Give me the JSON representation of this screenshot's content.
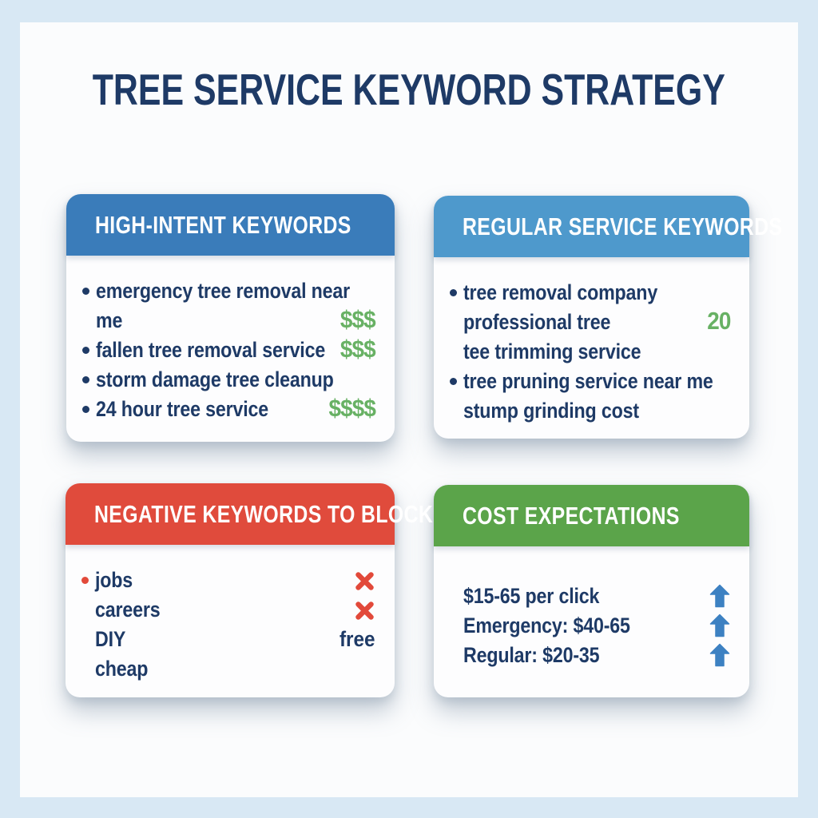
{
  "title": "TREE SERVICE KEYWORD STRATEGY",
  "colors": {
    "background": "#d8e8f4",
    "panel": "#fbfcfd",
    "navy_text": "#1e3a66",
    "green_badge": "#68b164",
    "blue_arrow": "#3d81c2",
    "red_x": "#e2493a"
  },
  "cards": [
    {
      "header": "HIGH-INTENT KEYWORDS",
      "header_color": "#3a7cba",
      "items": [
        {
          "bullet": "navy",
          "text": "emergency tree removal near\nme",
          "badge": {
            "type": "text",
            "style": "green",
            "text": "$$$"
          }
        },
        {
          "bullet": "navy",
          "text": "fallen tree removal service",
          "badge": {
            "type": "text",
            "style": "green",
            "text": "$$$"
          }
        },
        {
          "bullet": "navy",
          "text": "storm damage tree cleanup",
          "badge": null
        },
        {
          "bullet": "navy",
          "text": "24 hour tree service",
          "badge": {
            "type": "text",
            "style": "green",
            "text": "$$$$"
          }
        }
      ]
    },
    {
      "header": "REGULAR SERVICE KEYWORDS",
      "header_color": "#4e99cc",
      "items": [
        {
          "bullet": "navy",
          "text": "tree removal company",
          "badge": null
        },
        {
          "bullet": "none",
          "text": "professional tree",
          "badge": {
            "type": "text",
            "style": "green",
            "text": "20"
          }
        },
        {
          "bullet": "none",
          "text": "tee trimming service",
          "badge": null
        },
        {
          "bullet": "navy",
          "text": "tree pruning service near me",
          "badge": null
        },
        {
          "bullet": "none",
          "text": "stump grinding cost",
          "badge": null
        }
      ]
    },
    {
      "header": "NEGATIVE KEYWORDS TO BLOCK",
      "header_color": "#e04b3c",
      "items": [
        {
          "bullet": "red",
          "text": "jobs",
          "badge": {
            "type": "x-icon"
          }
        },
        {
          "bullet": "none",
          "text": "careers",
          "badge": {
            "type": "x-icon"
          }
        },
        {
          "bullet": "none",
          "text": "DIY",
          "badge": {
            "type": "text",
            "style": "navy",
            "text": "free"
          }
        },
        {
          "bullet": "none",
          "text": "cheap",
          "badge": null
        }
      ]
    },
    {
      "header": "COST EXPECTATIONS",
      "header_color": "#5ba44a",
      "items": [
        {
          "bullet": "none",
          "text": "$15-65 per click",
          "badge": {
            "type": "up-arrow-icon"
          }
        },
        {
          "bullet": "none",
          "text": "Emergency: $40-65",
          "badge": {
            "type": "up-arrow-icon"
          }
        },
        {
          "bullet": "none",
          "text": "Regular: $20-35",
          "badge": {
            "type": "up-arrow-icon"
          }
        }
      ]
    }
  ]
}
